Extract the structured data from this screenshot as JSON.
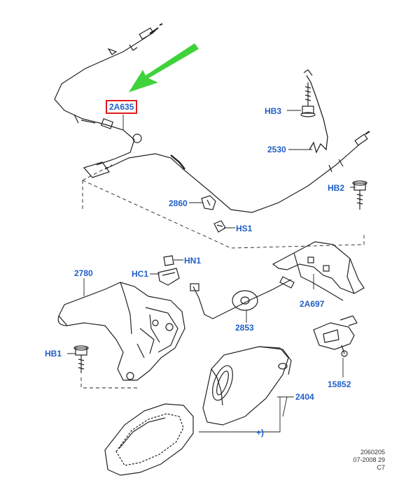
{
  "parts": {
    "p2A635": "2A635",
    "hb3": "HB3",
    "p2530": "2530",
    "hb2": "HB2",
    "p2860": "2860",
    "hs1": "HS1",
    "hn1": "HN1",
    "hc1": "HC1",
    "p2780": "2780",
    "p2A697": "2A697",
    "p2853": "2853",
    "hb1": "HB1",
    "p15852": "15852",
    "p2404": "2404",
    "plus": "+)"
  },
  "reference": {
    "code": "2060205",
    "date": "07-2008 29",
    "sheet": "C7"
  },
  "colors": {
    "label": "#1f5fc8",
    "highlight_box": "#e21a1a",
    "arrow": "#3fd23a",
    "line": "#222222"
  }
}
